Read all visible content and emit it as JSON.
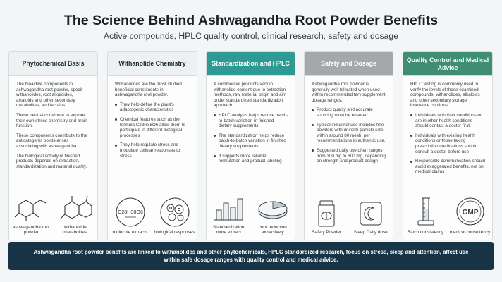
{
  "header": {
    "title": "The Science Behind Ashwagandha Root Powder Benefits",
    "subtitle": "Active compounds, HPLC quality control, clinical research, safety and dosage"
  },
  "panels": [
    {
      "heading": "Phytochemical Basis",
      "paragraphs": [
        "The bioactive components in ashwagandha root powder, specif withanolides, root alkaloides, alkaloids and other secondary metabolites, and lactains.",
        "These neutral contribute to explore their own stress chemistry and brain function.",
        "These components contribute to the anticategenis points arises associating with ashwagandha.",
        "The biological activity of finished products depends on extraction, standardization and material quality."
      ],
      "icons": [
        {
          "icon": "molecule-icon",
          "caption": "ashwagandha root powder"
        },
        {
          "icon": "molecule-ring-icon",
          "caption": "withanolide metabolites"
        }
      ]
    },
    {
      "heading": "Withanolide Chemistry",
      "paragraphs": [
        "Withanolides are the most studied beneficial constituents in ashwagandha root powder."
      ],
      "bullets": [
        "They help define the plant's adaptogenic characteristics",
        "Chemical features such as the formula C28H38O6 allow them to participate in different biological processes",
        "They help regulate stress and modulate cellular responses to stress"
      ],
      "formula": "C28H38O6",
      "icons": [
        {
          "icon": "formula-circle-icon",
          "caption": "molecule extracts"
        },
        {
          "icon": "cells-circle-icon",
          "caption": "biological responses"
        }
      ]
    },
    {
      "heading": "Standardization and HPLC",
      "paragraphs": [
        "A commercial products vary in withanolide content due to extraction methods, raw material origin and aim under standardized standardization approach."
      ],
      "bullets": [
        "HPLC analysis helps reduce batch-to-batch variation in finished dietary supplements",
        "The standardization helps reduce batch-to-batch variation in finished dietary supplements",
        "It supports more reliable formulation and product labeling"
      ],
      "icons": [
        {
          "icon": "bar-graph-icon",
          "caption": "Standardization more extract"
        },
        {
          "icon": "pie-chart-icon",
          "caption": "cont reduction extractively"
        }
      ]
    },
    {
      "heading": "Safety and Dosage",
      "paragraphs": [
        "Ashwagandha root powder is generally well tolerated when used within recommended tary supplement dosage ranges."
      ],
      "bullets": [
        "Product quality and accurate sourcing must be ensured",
        "Typical industrial use includes fine powders with uniform particle size, within around 80 mesh, per recommendations in authentic use.",
        "Suggested daily use often ranges from 300 mg to 600 mg, depending on strength and product design"
      ],
      "icons": [
        {
          "icon": "capsule-jar-icon",
          "caption": "Safety Powder"
        },
        {
          "icon": "moon-icon",
          "caption": "Sleep Daily dose"
        }
      ]
    },
    {
      "heading": "Quality Control and Medical Advice",
      "paragraphs": [
        "HPLC testing is commonly used to verify the levels of those examined compounds, withanolides, alkaloids and other secondary storage insurance confirms."
      ],
      "bullets": [
        "Individuals with their conditions or are in other health conditions should contact a doctor first.",
        "Individuals with existing health conditions or those taking prescription medications should consult a doctor before use",
        "Responsible communication should avoid exaggerated benefits, not on medical claims"
      ],
      "icons": [
        {
          "icon": "measuring-cylinder-icon",
          "caption": "Batch consistency"
        },
        {
          "icon": "gmp-badge-icon",
          "caption": "medical consultency",
          "badge": "GMP"
        }
      ]
    }
  ],
  "footer": {
    "text": "Ashwagandha root powder benefits are linked to withanolides and other phytochemicals, HPLC standardized research, focus on stress, sleep and attention, affect use within safe dosage ranges with quality control and medical advice."
  },
  "colors": {
    "teal_header": "#2f9a94",
    "gray_header": "#a2a8ab",
    "green_header": "#3f8e72",
    "footer_bg": "#173447"
  }
}
